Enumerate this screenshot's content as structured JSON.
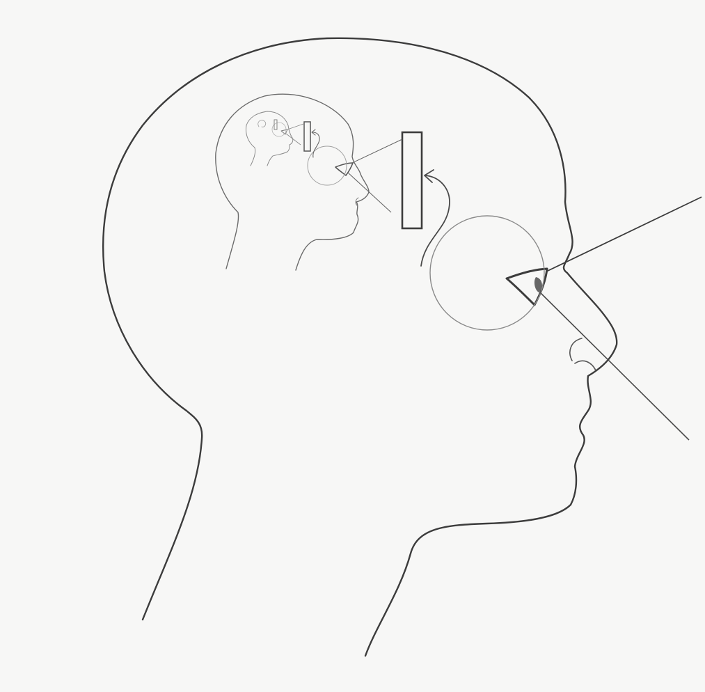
{
  "colors": {
    "paper": "#f7f7f6",
    "graphite_dark": "#3c3c3c",
    "graphite_medium": "#555555",
    "graphite_light": "#8a8a8a",
    "graphite_faint": "#b4b4b4"
  },
  "figures": [
    {
      "role": "outer-head",
      "icon": "head-profile-icon",
      "detail": "large"
    },
    {
      "role": "middle-head",
      "icon": "head-profile-icon",
      "detail": "medium"
    },
    {
      "role": "inner-head",
      "icon": "head-profile-icon",
      "detail": "small"
    }
  ],
  "components": {
    "eye": "eye-icon",
    "brain": "circle",
    "screen": "rectangle",
    "signal": "curved-arrow-icon",
    "sight": "sight-lines"
  }
}
